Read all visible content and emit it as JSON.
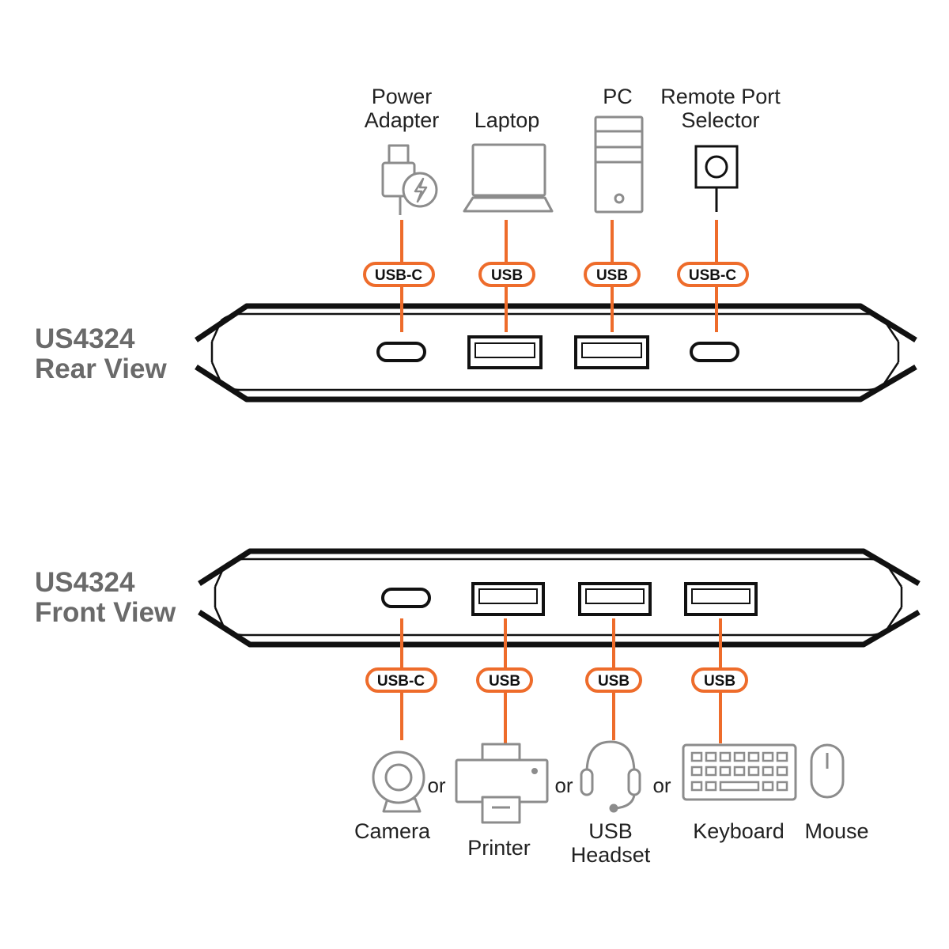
{
  "colors": {
    "accent": "#ee6c2b",
    "icon_gray": "#8c8c8c",
    "outline": "#111111",
    "title_gray": "#6a6a6a"
  },
  "rear": {
    "title_line1": "US4324",
    "title_line2": "Rear View",
    "devices": [
      {
        "icon": "power-adapter-icon",
        "label_line1": "Power",
        "label_line2": "Adapter",
        "port_label": "USB-C"
      },
      {
        "icon": "laptop-icon",
        "label_line1": "",
        "label_line2": "Laptop",
        "port_label": "USB"
      },
      {
        "icon": "pc-tower-icon",
        "label_line1": "",
        "label_line2": "PC",
        "port_label": "USB"
      },
      {
        "icon": "remote-port-selector-icon",
        "label_line1": "Remote Port",
        "label_line2": "Selector",
        "port_label": "USB-C"
      }
    ]
  },
  "front": {
    "title_line1": "US4324",
    "title_line2": "Front View",
    "or_text": "or",
    "ports": [
      {
        "port_label": "USB-C"
      },
      {
        "port_label": "USB"
      },
      {
        "port_label": "USB"
      },
      {
        "port_label": "USB"
      }
    ],
    "devices": [
      {
        "icon": "camera-icon",
        "label_line1": "Camera",
        "label_line2": ""
      },
      {
        "icon": "printer-icon",
        "label_line1": "Printer",
        "label_line2": ""
      },
      {
        "icon": "headset-icon",
        "label_line1": "USB",
        "label_line2": "Headset"
      },
      {
        "icon": "keyboard-icon",
        "label_line1": "Keyboard",
        "label_line2": ""
      },
      {
        "icon": "mouse-icon",
        "label_line1": "Mouse",
        "label_line2": ""
      }
    ]
  }
}
